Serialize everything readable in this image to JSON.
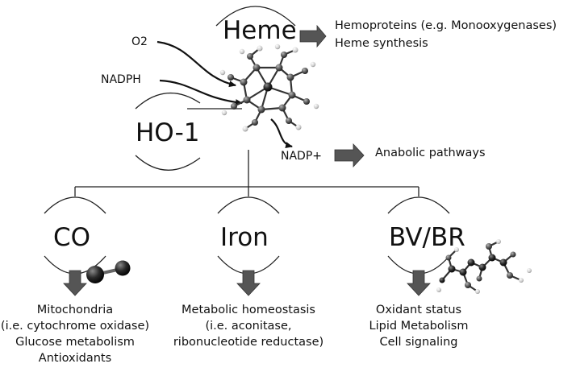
{
  "heme": "Heme",
  "heme_outputs": [
    "Hemoproteins (e.g. Monooxygenases)",
    "Heme synthesis"
  ],
  "inputs": {
    "o2": "O2",
    "nadph": "NADPH"
  },
  "enzyme": "HO-1",
  "cofactor_out": "NADP+",
  "cofactor_target": "Anabolic pathways",
  "products": [
    {
      "name": "CO",
      "effects": [
        "Mitochondria",
        "(i.e. cytochrome oxidase)",
        "Glucose metabolism",
        "Antioxidants"
      ]
    },
    {
      "name": "Iron",
      "effects": [
        "Metabolic homeostasis",
        "(i.e. aconitase,",
        "ribonucleotide reductase)"
      ]
    },
    {
      "name": "BV/BR",
      "effects": [
        "Oxidant status",
        "Lipid Metabolism",
        "Cell signaling"
      ]
    }
  ]
}
